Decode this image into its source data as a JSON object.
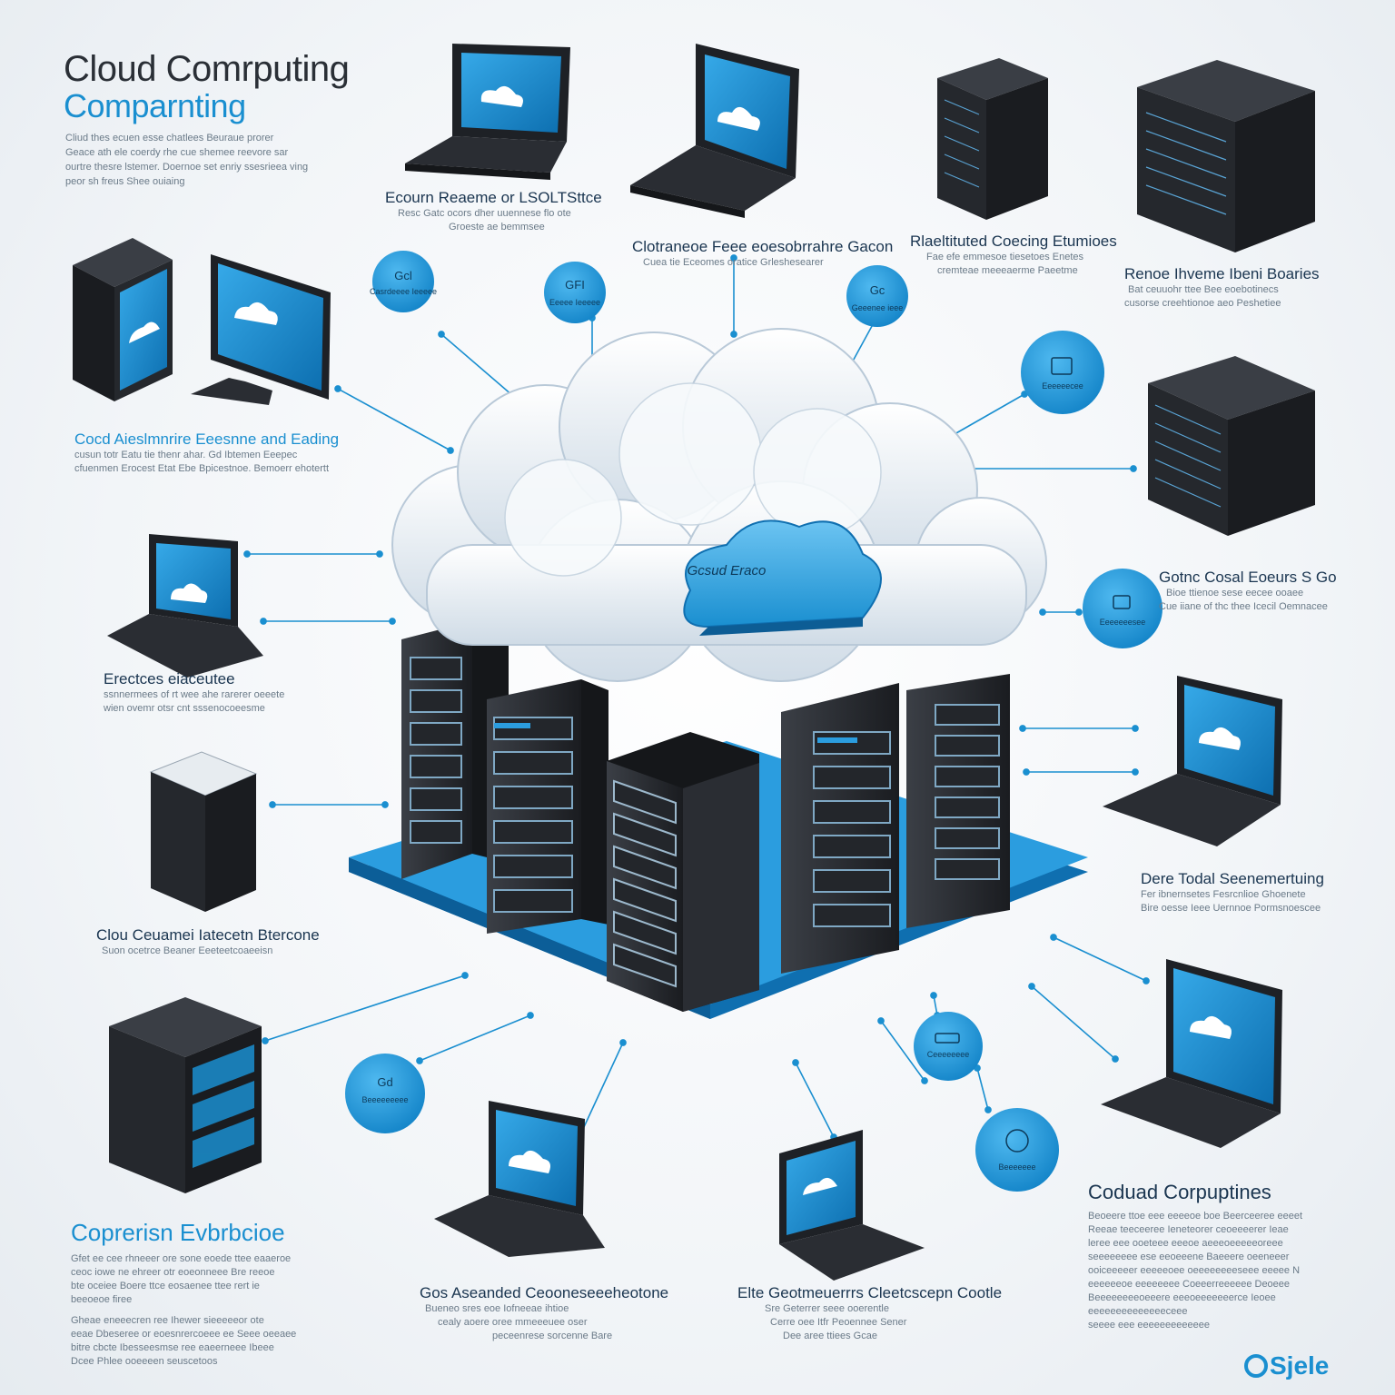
{
  "title": {
    "line1": "Cloud Comrputing",
    "line2": "Comparnting"
  },
  "intro_lines": [
    "Cliud thes ecuen esse chatlees Beuraue prorer",
    "Geace ath ele coerdy rhe cue shemee reevore sar",
    "ourtre thesre lstemer. Doernoe set enriy ssesrieea ving",
    "peor sh freus Shee ouiaing"
  ],
  "central_cloud_label": "Gcsud Eraco",
  "labels": [
    {
      "head": "Ecourn Reaeme or LSOLTSttce",
      "lines": [
        "Resc Gatc ocors dher uuennese flo ote",
        "Groeste ae bemmsee"
      ]
    },
    {
      "head": "Clotraneoe Feee eoesobrrahre Gacon",
      "lines": [
        "Cuea tie Eceomes oratice Grleshesearer"
      ]
    },
    {
      "head": "Rlaeltituted Coecing Etumioes",
      "lines": [
        "Fae efe emmesoe tiesetoes Enetes",
        "cremteae meeeaerme Paeetme"
      ]
    },
    {
      "head": "Renoe Ihveme Ibeni Boaries",
      "lines": [
        "Bat ceuuohr ttee Bee eoebotinecs",
        "cusorse creehtionoe aeo Peshetiee"
      ]
    },
    {
      "head": "Cocd Aieslmnrire Eeesnne and Eading",
      "lines": [
        "cusun totr Eatu tie thenr ahar. Gd Ibtemen Eeepec",
        "cfuenmen Erocest Etat Ebe Bpicestnoe. Bemoerr ehotertt"
      ]
    },
    {
      "head": "Erectces         eiaceutee",
      "lines": [
        "ssnnermees of rt wee ahe rarerer oeeete",
        "wien ovemr otsr cnt sssenocoeesme"
      ]
    },
    {
      "head": "Gotnc Cosal Eoeurs S Go",
      "lines": [
        "Bioe ttienoe sese eecee ooaee",
        "Cue iiane of thc thee Icecil Oemnacee"
      ]
    },
    {
      "head": "Dere Todal Seenemertuing",
      "lines": [
        "Fer ibnernsetes Fesrcnlioe Ghoenete",
        "Bire oesse Ieee Uernnoe Pormsnoescee"
      ]
    },
    {
      "head": "Clou Ceuamei Iatecetn Btercone",
      "lines": [
        "Suon ocetrce Beaner Eeeteetcoaeeisn"
      ]
    },
    {
      "head": "Gos Aseanded Ceooneseeeheotone",
      "lines": [
        "Bueneo sres eoe Iofneeae ihtioe",
        "cealy aoere oree mmeeeuee oser",
        "peceenrese sorcenne Bare"
      ]
    },
    {
      "head": "Elte Geotmeuerrrs Cleetcscepn Cootle",
      "lines": [
        "Sre Geterrer seee ooerentle",
        "Cerre oee Itfr Peoennee Sener",
        "Dee aree ttiees Gcae"
      ]
    }
  ],
  "big_left": {
    "head": "Coprerisn Evbrbcioe",
    "lines": [
      "Gfet ee cee rhneeer ore sone eoede ttee eaaeroe",
      "ceoc iowe ne ehreer otr eoeonneee Bre reeoe",
      "bte oceiee Boere ttce eosaenee ttee rert ie",
      "beeoeoe firee",
      "Gheae eneeecren ree Ihewer sieeeeeor ote",
      "eeae Dbeseree or eoesnrercoeee ee Seee oeeaee",
      "bitre cbcte Ibesseesmse ree eaeerneee Ibeee",
      "Dcee Phlee ooeeeen seuscetoos"
    ]
  },
  "big_right": {
    "head": "Coduad Corpuptines",
    "lines": [
      "Beoeere ttoe eee eeeeoe boe Beerceeree eeeet",
      "Reeae teeceeree Ieneteorer ceoeeeerer Ieae",
      "leree eee ooeteee eeeoe aeeeoeeeeeoreee",
      "seeeeeeee ese eeoeeene Baeeere oeeneeer",
      "ooiceeeeer eeeeeoee oeeeeeeeeseee eeeee N",
      "eeeeeeoe eeeeeeee Coeeerreeeeee Deoeee",
      "Beeeeeeeeoeeere eeeoeeeeeeerce Ieoee",
      "eeeeeeeeeeeeeeceee",
      "seeee eee eeeeeeeeeeeee"
    ]
  },
  "bubbles": [
    {
      "icon": "Gcl",
      "text": "Casrdeeee Ieeeee"
    },
    {
      "icon": "GFI",
      "text": "Eeeee Ieeeee"
    },
    {
      "icon": "Gc",
      "text": "Geeenee ieee"
    },
    {
      "icon": "",
      "text": "Eeeeeecee"
    },
    {
      "icon": "",
      "text": "Eeeeeeesee"
    },
    {
      "icon": "Gd",
      "text": "Beeeeeeeee"
    },
    {
      "icon": "",
      "text": "Ceeeeeeee"
    },
    {
      "icon": "",
      "text": "Beeeeeee"
    }
  ],
  "brand": "Sjele",
  "colors": {
    "accent": "#1a8fd0",
    "dark_device": "#1e2126",
    "screen": "#1a8fd0",
    "cloud": "#eef3f8"
  }
}
